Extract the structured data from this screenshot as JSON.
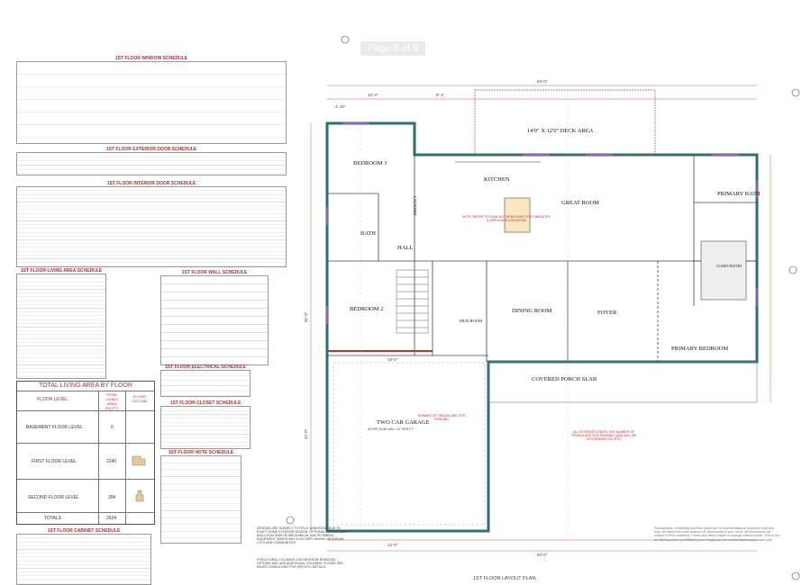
{
  "page_indicator": "Page 5 of 9",
  "schedules": {
    "window": "1ST FLOOR WINDOW SCHEDULE",
    "exterior_door": "1ST FLOOR EXTERIOR DOOR SCHEDULE",
    "interior_door": "1ST FLOOR INTERIOR DOOR SCHEDULE",
    "living_area": "1ST FLOOR LIVING AREA SCHEDULE",
    "wall": "1ST FLOOR WALL SCHEDULE",
    "electrical": "1ST FLOOR ELECTRICAL SCHEDULE",
    "closet": "1ST FLOOR CLOSET SCHEDULE",
    "notes": "1ST FLOOR NOTE SCHEDULE",
    "cabinet": "1ST FLOOR CABINET SCHEDULE"
  },
  "living_area_summary": {
    "title": "TOTAL LIVING AREA BY FLOOR",
    "col_level": "FLOOR LEVEL",
    "col_area": "TOTAL LIVING AREA (SQ.FT.)",
    "col_outline": "FLOOR OUTLINE",
    "rows": [
      {
        "level": "BASEMENT FLOOR LEVEL",
        "area": "0"
      },
      {
        "level": "FIRST FLOOR LEVEL",
        "area": "2240"
      },
      {
        "level": "SECOND FLOOR LEVEL",
        "area": "394"
      }
    ],
    "total_label": "TOTALS",
    "total_value": "2634"
  },
  "rooms": {
    "bedroom3": "BEDROOM 3",
    "bath": "BATH",
    "laundry": "LAUNDRY",
    "kitchen": "KITCHEN",
    "great_room": "GREAT ROOM",
    "deck": "14'0\" X 12'0\" DECK AREA",
    "primary_bath": "PRIMARY BATH",
    "closet": "CLOSET/PANTRY",
    "hall": "HALL",
    "bedroom2": "BEDROOM 2",
    "mud_room": "MUD ROOM",
    "dining_room": "DINING ROOM",
    "foyer": "FOYER",
    "primary_bedroom": "PRIMARY BEDROOM",
    "covered_porch": "COVERED PORCH SLAB",
    "garage": "TWO CAR GARAGE"
  },
  "dimensions": {
    "overall_top": "84'-0\"",
    "overall_bottom": "84'-0\"",
    "left_depth": "34'-0\"",
    "garage_left": "24'-0\"",
    "d1": "13'-4\"",
    "d2": "8'-1\"",
    "d3": "4'-10\"",
    "d4": "12'-0\"",
    "d5": "18'-0\""
  },
  "notes": {
    "garage_note": "SLOPE SLAB MIN. 1/4\" PER FT.",
    "porch_note": "ALL EXTERIOR STAIRS THE NUMBER OF TREADS ARE SITE PENDING (AND WILL BE DETERMINED ON SITE)",
    "stair_note": "NUMBER OF TREADS ARE SITE PENDING",
    "kitchen_note": "NOTE: REFER TO FINAL KITCHEN PLANS FOR CABINETRY & APPLIANCE LOCATIONS",
    "design_note": "DESIGNS ARE SUBJECT TO FIELD VARIATIONS DUE TO EXACT HOME EXTERIOR DESIGN, OPTIONAL PURCHASES, AND LOCATIONS OF MECHANICAL AND PLUMBING EQUIPMENT, WHICH MAY ALSO VARY AMONG INDIVIDUAL LOTS AND COMMUNITIES.",
    "structural_note": "STRUCTURAL COLUMNS CAN NEVER BE REMOVED. OPTIONS MAY ADD ADDITIONAL COLUMNS. PLEASE SEE SALES CONSULTANT FOR SPECIFIC DETAILS.",
    "disclaimer": "Photographs, renderings and floor plans are for representational purposes only and may not reflect the exact features or dimensions of your home. All dimensions are subject to field variations. Prices and offers subject to change without notice. This is not an offering where prohibited by law. Images are for representational purposes only."
  },
  "sheet_title": "1ST FLOOR LAYOUT PLAN",
  "colors": {
    "wall": "#2f6f6f",
    "accent": "#c03030",
    "window": "#c05ac0"
  }
}
